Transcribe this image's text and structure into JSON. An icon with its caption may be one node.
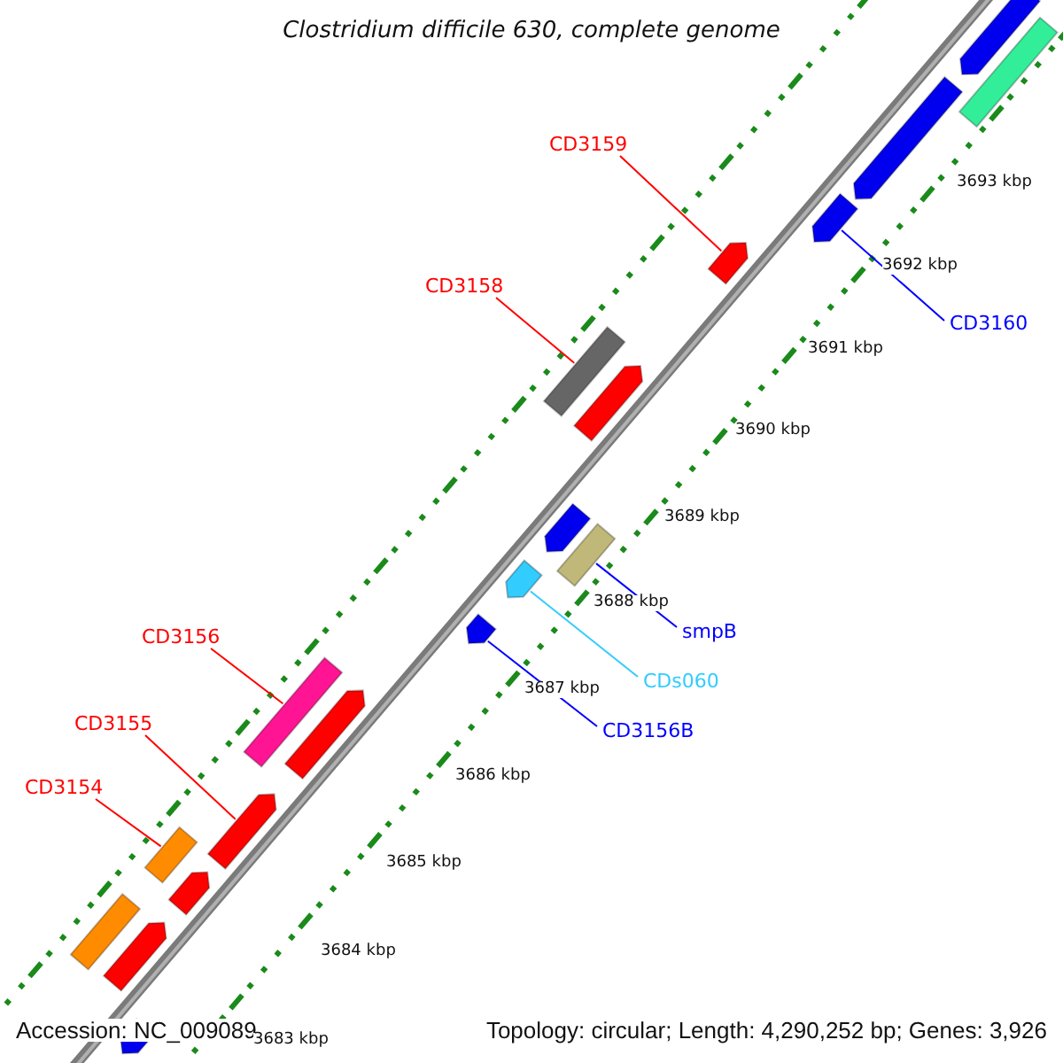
{
  "diagram": {
    "title": "Clostridium difficile 630, complete genome",
    "nodes": [
      {
        "text": [
          "CD3159"
        ]
      },
      {
        "text": [],
        "shape": "bar"
      },
      {
        "text": [
          "CD3158"
        ]
      },
      {
        "text": [],
        "shape": "bar"
      },
      {
        "text": [
          "CD3160"
        ]
      },
      {
        "text": [],
        "shape": "bar"
      },
      {
        "text": [
          "smpB"
        ]
      },
      {
        "text": [],
        "shape": "bar"
      },
      {
        "text": [
          "CDs060"
        ]
      },
      {
        "text": [],
        "shape": "bar"
      },
      {
        "text": [
          "CD3156B"
        ]
      },
      {
        "text": [],
        "shape": "bar"
      },
      {
        "text": [
          "CD3156"
        ]
      },
      {
        "text": [],
        "shape": "bar"
      },
      {
        "text": [
          "CD3155"
        ]
      },
      {
        "text": [],
        "shape": "bar"
      },
      {
        "text": [
          "CD3154"
        ]
      },
      {
        "text": [],
        "shape": "bar"
      },
      {
        "text": [],
        "shape": "bar"
      },
      {
        "text": [],
        "shape": "bar"
      },
      {
        "text": [],
        "shape": "bar"
      },
      {
        "text": [],
        "shape": "bar"
      },
      {
        "text": [],
        "shape": "bar"
      },
      {
        "text": [],
        "shape": "bar"
      },
      {
        "text": [],
        "shape": "bar"
      },
      {
        "text": [],
        "shape": "bar"
      },
      {
        "text": [],
        "shape": "bar"
      },
      {
        "text": [],
        "shape": "bar"
      }
    ],
    "edges": [
      {
        "from": 0,
        "to": 1,
        "arrow": "none"
      },
      {
        "from": 2,
        "to": 3,
        "arrow": "none"
      },
      {
        "from": 4,
        "to": 5,
        "arrow": "none",
        "color": "#0000ff"
      },
      {
        "from": 6,
        "to": 7,
        "arrow": "none",
        "color": "#0000ff"
      },
      {
        "from": 8,
        "to": 9,
        "arrow": "none",
        "color": "#33ccff"
      },
      {
        "from": 10,
        "to": 11,
        "arrow": "none",
        "color": "#0000ff"
      },
      {
        "from": 12,
        "to": 13,
        "arrow": "none"
      },
      {
        "from": 14,
        "to": 15,
        "arrow": "none"
      },
      {
        "from": 16,
        "to": 17,
        "arrow": "none"
      }
    ],
    "labels": [
      "3693 kbp",
      "3692 kbp",
      "3691 kbp",
      "3690 kbp",
      "3689 kbp",
      "3688 kbp",
      "3687 kbp",
      "3686 kbp",
      "3685 kbp",
      "3684 kbp",
      "Accession: NC_009089",
      "3683 kbp",
      "Topology: circular; Length: 4,290,252 bp; Genes: 3,926"
    ]
  }
}
